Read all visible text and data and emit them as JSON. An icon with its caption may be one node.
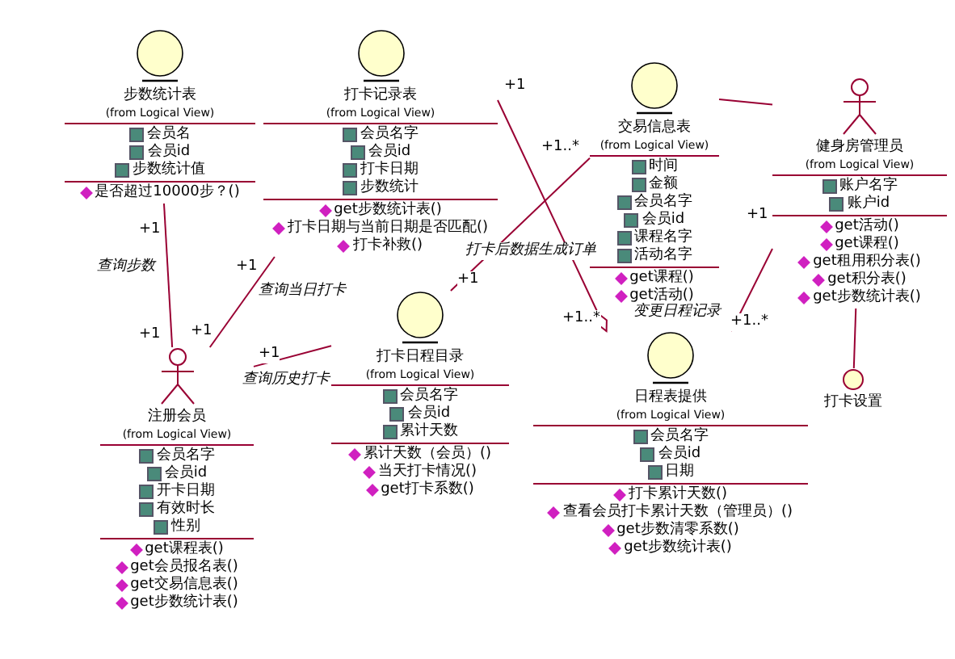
{
  "diagram": {
    "nodes": [
      {
        "text": [
          "步数统计表",
          "(from Logical View)",
          "会员名",
          "会员id",
          "步数统计值",
          "是否超过10000步？()"
        ]
      },
      {
        "text": [
          "打卡记录表",
          "(from Logical View)",
          "会员名字",
          "会员id",
          "打卡日期",
          "步数统计",
          "get步数统计表()",
          "打卡日期与当前日期是否匹配()",
          "打卡补救()"
        ]
      },
      {
        "text": [
          "交易信息表",
          "(from Logical View)",
          "时间",
          "金额",
          "会员名字",
          "会员id",
          "课程名字",
          "活动名字",
          "get课程()",
          "get活动()"
        ]
      },
      {
        "text": [
          "健身房管理员",
          "(from Logical View)",
          "账户名字",
          "账户id",
          "get活动()",
          "get课程()",
          "get租用积分表()",
          "get积分表()",
          "get步数统计表()"
        ]
      },
      {
        "text": [
          "注册会员",
          "(from Logical View)",
          "会员名字",
          "会员id",
          "开卡日期",
          "有效时长",
          "性别",
          "get课程表()",
          "get会员报名表()",
          "get交易信息表()",
          "get步数统计表()"
        ]
      },
      {
        "text": [
          "打卡日程目录",
          "(from Logical View)",
          "会员名字",
          "会员id",
          "累计天数",
          "累计天数（会员）()",
          "当天打卡情况()",
          "get打卡系数()"
        ]
      },
      {
        "text": [
          "日程表提供",
          "(from Logical View)",
          "会员名字",
          "会员id",
          "日期",
          "打卡累计天数()",
          "查看会员打卡累计天数（管理员）()",
          "get步数清零系数()",
          "get步数统计表()"
        ]
      },
      {
        "text": [
          "打卡设置"
        ]
      }
    ],
    "edges": [
      {
        "from": 0,
        "to": 4,
        "arrow": "none",
        "label": "查询步数"
      },
      {
        "from": 1,
        "to": 4,
        "arrow": "none",
        "label": "查询当日打卡"
      },
      {
        "from": 4,
        "to": 5,
        "arrow": "none",
        "label": "查询历史打卡"
      },
      {
        "from": 5,
        "to": 2,
        "arrow": "none"
      },
      {
        "from": 1,
        "to": 6,
        "arrow": "other",
        "label": "打卡后数据生成订单"
      },
      {
        "from": 2,
        "to": 3,
        "arrow": "none"
      },
      {
        "from": 3,
        "to": 6,
        "arrow": "none",
        "label": "变更日程记录"
      },
      {
        "from": 3,
        "to": 7,
        "arrow": "none"
      }
    ],
    "labels": [
      "+1",
      "+1..*",
      "+1",
      "+1",
      "+1",
      "+1",
      "+1..*",
      "+1..*",
      "+1",
      "+1",
      "+1"
    ]
  }
}
